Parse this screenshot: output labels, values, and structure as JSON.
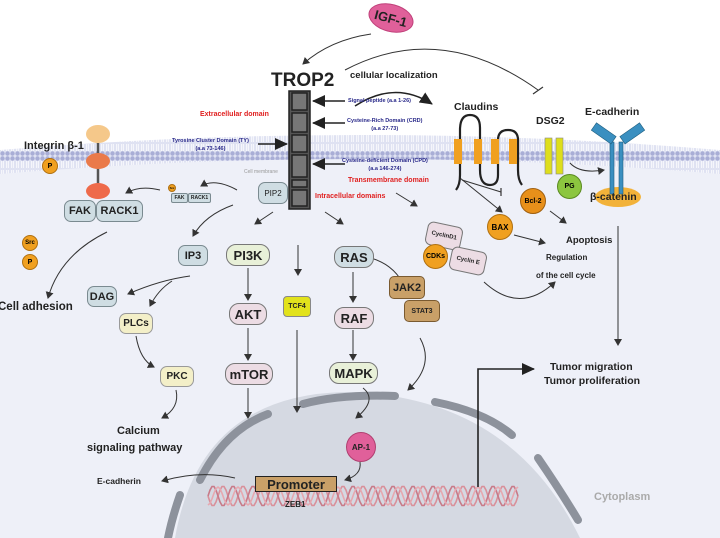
{
  "diagram": {
    "title": "TROP2",
    "ligand": "IGF-1",
    "cellular_localization": "cellular localization",
    "domains": {
      "extracellular": "Extracellular domain",
      "transmembrane": "Transmembrane domain",
      "intracellular": "Intracellular domains",
      "signal_peptide": "Signal peptide (a.a 1-26)",
      "crd_name": "Cysteine-Rich Domain (CRD)",
      "crd_range": "(a.a 27-73)",
      "ty_name": "Tyrosine Cluster Domain (TY)",
      "ty_range": "(a.a 73-146)",
      "cpd_name": "Cysteine-deficient Domain (CPD)",
      "cpd_range": "(a.a 146-274)"
    },
    "cell_membrane": "Cell membrane",
    "left": {
      "integrin": "Integrin β-1",
      "p": "P",
      "src": "Src",
      "fak": "FAK",
      "rack1": "RACK1",
      "cell_adhesion": "Cell adhesion"
    },
    "nodes": {
      "pip2": "PIP2",
      "ip3": "IP3",
      "dag": "DAG",
      "plcs": "PLCs",
      "pkc": "PKC",
      "pi3k": "PI3K",
      "akt": "AKT",
      "mtor": "mTOR",
      "tcf4": "TCF4",
      "ras": "RAS",
      "raf": "RAF",
      "mapk": "MAPK",
      "jak2": "JAK2",
      "stat3": "STAT3",
      "cyclind1": "CyclinD1",
      "cdks": "CDKs",
      "cycline": "Cyclin E",
      "bax": "BAX",
      "bcl2": "Bcl-2",
      "pg": "PG",
      "ap1": "AP-1",
      "promoter": "Promoter",
      "zeb1": "ZEB1"
    },
    "right": {
      "claudins": "Claudins",
      "dsg2": "DSG2",
      "ecadherin": "E-cadherin",
      "bcatenin": "β-catenin"
    },
    "outcomes": {
      "apoptosis": "Apoptosis",
      "regulation1": "Regulation",
      "regulation2": "of the cell cycle",
      "tumor1": "Tumor migration",
      "tumor2": "Tumor proliferation",
      "calcium1": "Calcium",
      "calcium2": "signaling pathway",
      "ecad_out": "E-cadherin",
      "cytoplasm": "Cytoplasm"
    },
    "colors": {
      "cytoplasm_bg": "#eef0f8",
      "nucleus_bg": "#d5d9e2",
      "membrane": "#b9bfdf",
      "domain_red": "#e02020",
      "domain_blue": "#2a2a8a",
      "orange": "#f0a020",
      "pink": "#e0609a",
      "box_blue": "#cfdde3",
      "box_green": "#e8f0d8",
      "box_pink": "#ecdce4",
      "box_yellow": "#f3efc8",
      "box_tan": "#c9a068",
      "tcf4": "#e2e21c"
    }
  }
}
